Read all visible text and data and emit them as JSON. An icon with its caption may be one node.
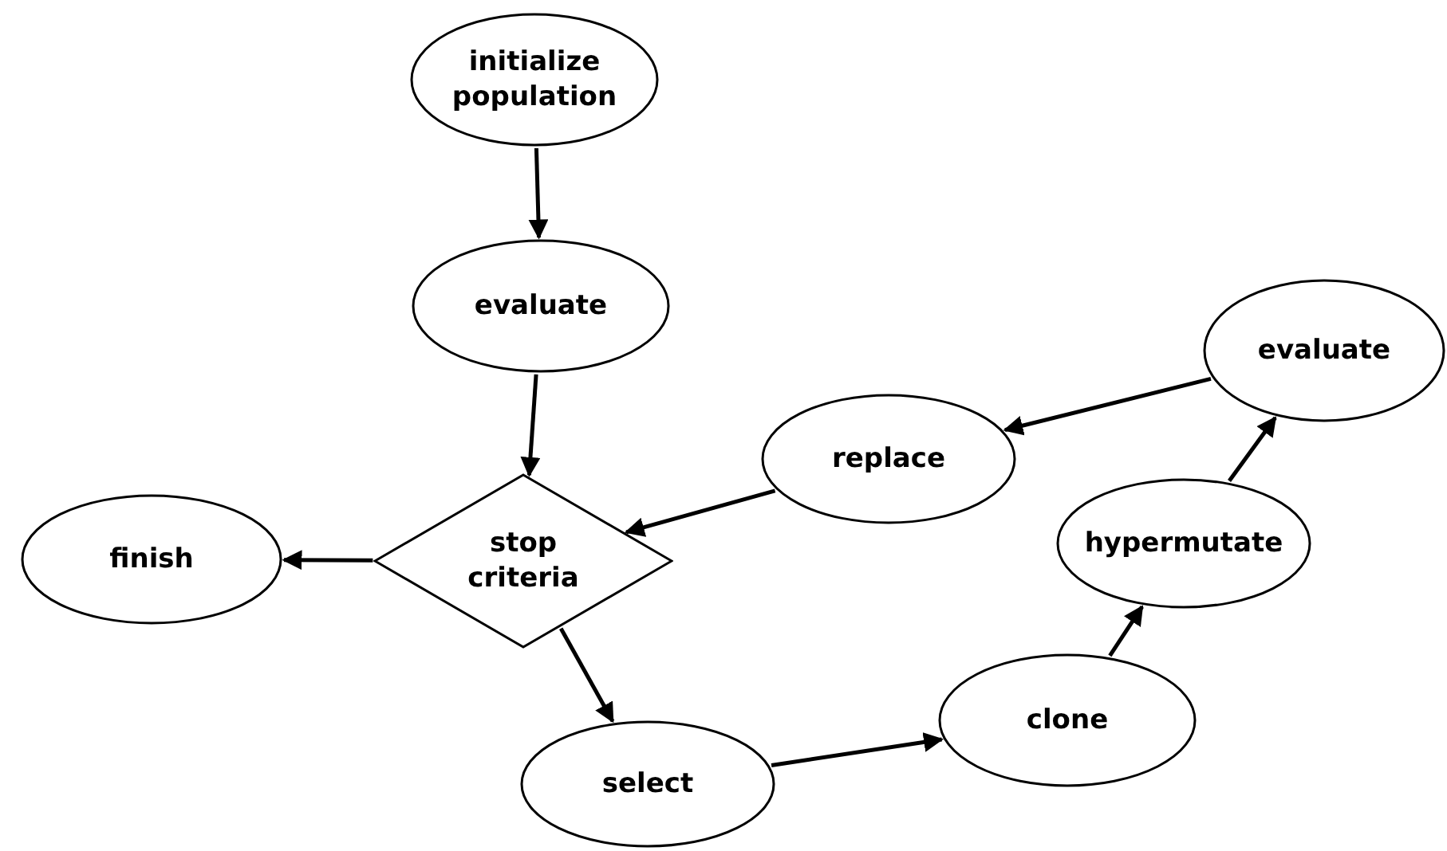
{
  "diagram": {
    "nodes": [
      {
        "text": [
          "initialize population"
        ]
      },
      {
        "text": [
          "evaluate"
        ]
      },
      {
        "text": [
          "stop criteria"
        ]
      },
      {
        "text": [
          "finish"
        ]
      },
      {
        "text": [
          "replace"
        ]
      },
      {
        "text": [
          "evaluate"
        ]
      },
      {
        "text": [
          "hypermutate"
        ]
      },
      {
        "text": [
          "clone"
        ]
      },
      {
        "text": [
          "select"
        ]
      }
    ],
    "edges": [
      {
        "from": 0,
        "to": 1,
        "arrow": "to"
      },
      {
        "from": 1,
        "to": 2,
        "arrow": "to"
      },
      {
        "from": 2,
        "to": 3,
        "arrow": "to"
      },
      {
        "from": 4,
        "to": 2,
        "arrow": "to"
      },
      {
        "from": 2,
        "to": 8,
        "arrow": "to"
      },
      {
        "from": 8,
        "to": 7,
        "arrow": "to"
      },
      {
        "from": 7,
        "to": 6,
        "arrow": "to"
      },
      {
        "from": 6,
        "to": 5,
        "arrow": "to"
      },
      {
        "from": 5,
        "to": 4,
        "arrow": "to"
      }
    ]
  }
}
